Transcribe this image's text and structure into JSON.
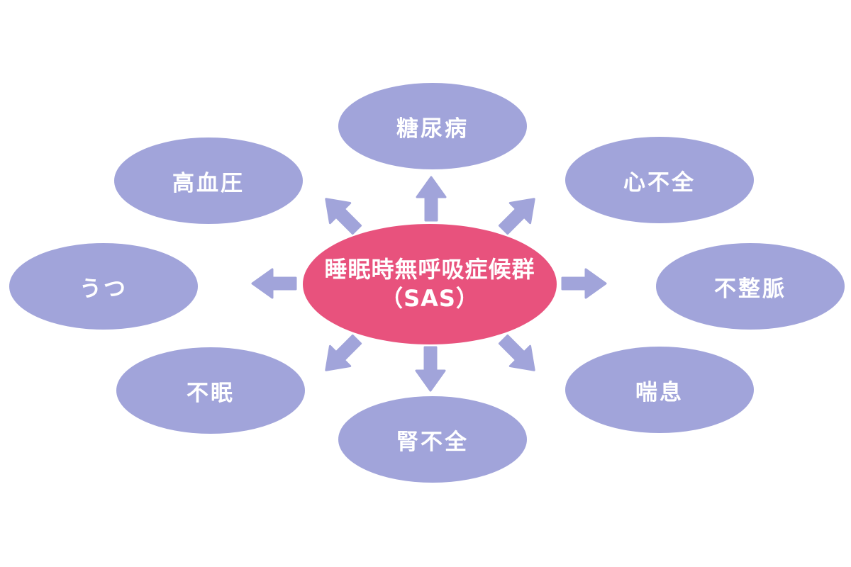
{
  "diagram": {
    "center": {
      "label_line1": "睡眠時無呼吸症候群",
      "label_line2": "（SAS）"
    },
    "satellites": [
      {
        "id": "diabetes",
        "label": "糖尿病",
        "position": "top"
      },
      {
        "id": "hypertension",
        "label": "高血圧",
        "position": "upper-left"
      },
      {
        "id": "heart-failure",
        "label": "心不全",
        "position": "upper-right"
      },
      {
        "id": "depression",
        "label": "うつ",
        "position": "left"
      },
      {
        "id": "arrhythmia",
        "label": "不整脈",
        "position": "right"
      },
      {
        "id": "insomnia",
        "label": "不眠",
        "position": "lower-left"
      },
      {
        "id": "asthma",
        "label": "喘息",
        "position": "lower-right"
      },
      {
        "id": "renal-failure",
        "label": "腎不全",
        "position": "bottom"
      }
    ],
    "colors": {
      "center_fill": "#e8527d",
      "satellite_fill": "#a1a4da",
      "arrow_fill": "#a1a4da",
      "label_text": "#ffffff",
      "background": "#ffffff"
    }
  }
}
